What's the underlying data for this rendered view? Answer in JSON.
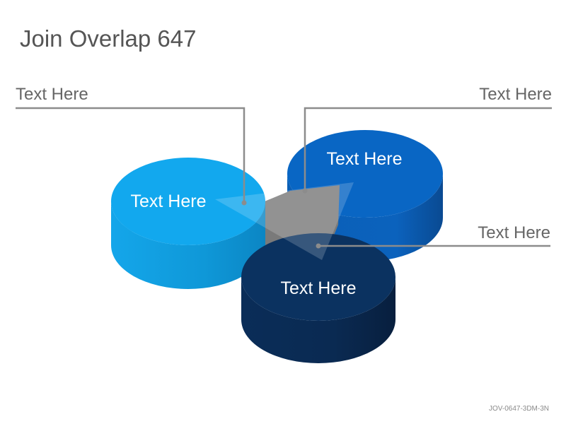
{
  "title": "Join Overlap 647",
  "footer_code": "JOV-0647-3DM-3N",
  "callouts": {
    "top_left": "Text Here",
    "top_right": "Text Here",
    "mid_right": "Text Here"
  },
  "cylinders": {
    "light_blue": {
      "label": "Text Here",
      "color": "#12a8ee"
    },
    "medium_blue": {
      "label": "Text Here",
      "color": "#0966c4"
    },
    "dark_navy": {
      "label": "Text Here",
      "color": "#0b3260"
    }
  },
  "colors": {
    "overlap_gray": "#7a7a7a",
    "leader_line": "#8c8c8c",
    "callout_text": "#666666"
  }
}
